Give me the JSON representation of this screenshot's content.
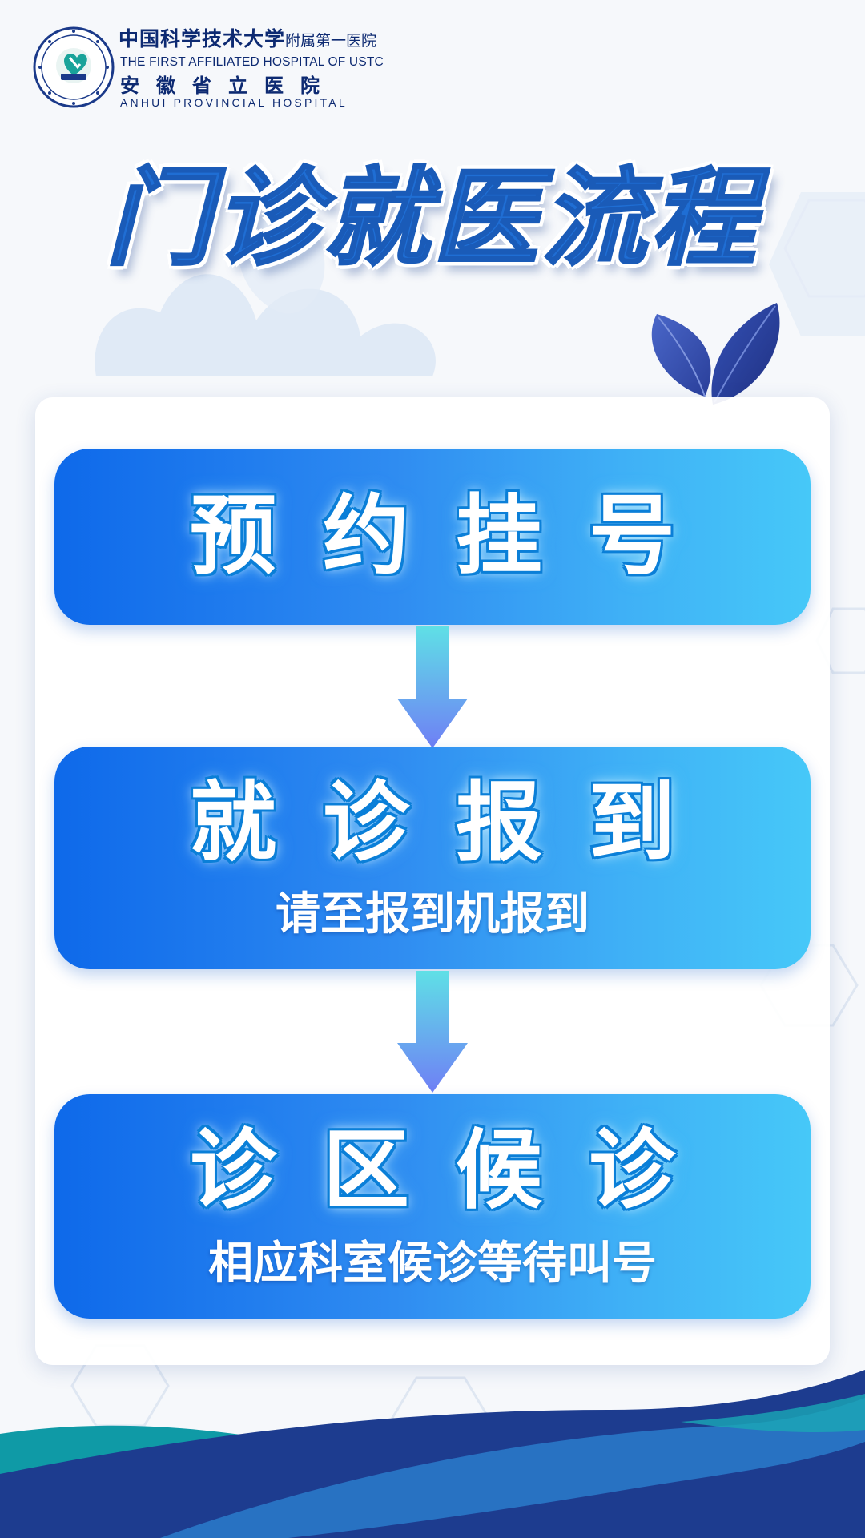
{
  "hospital": {
    "name_cn_university": "中国科学技术大学",
    "name_cn_affiliated": "附属第一医院",
    "name_en_1": "THE FIRST AFFILIATED HOSPITAL OF USTC",
    "name_cn_provincial": "安徽省立医院",
    "name_en_2": "ANHUI PROVINCIAL HOSPITAL"
  },
  "title": "门诊就医流程",
  "steps": [
    {
      "title": "预约挂号",
      "subtitle": ""
    },
    {
      "title": "就诊报到",
      "subtitle": "请至报到机报到"
    },
    {
      "title": "诊区候诊",
      "subtitle": "相应科室候诊等待叫号"
    }
  ],
  "icons": [
    "hospital-seal-icon",
    "arrow-down-icon",
    "leaf-icon"
  ],
  "colors": {
    "brand_blue": "#1f6ed4",
    "step_gradient_start": "#0e69ea",
    "step_gradient_end": "#46c8f8",
    "arrow_top": "#5fe0e6",
    "arrow_bottom": "#6f7ff5",
    "wave_teal": "#0f9aa6",
    "wave_navy": "#1d3c8f"
  }
}
